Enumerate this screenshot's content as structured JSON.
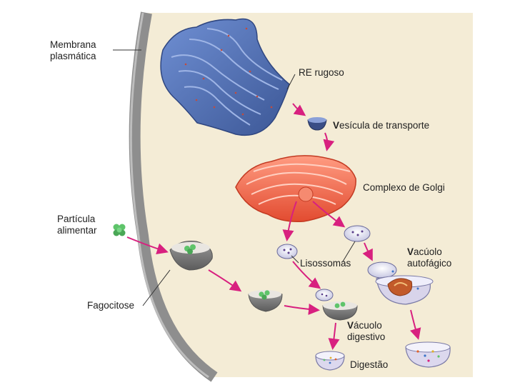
{
  "labels": {
    "membrana_line1": "Membrana",
    "membrana_line2": "plasmática",
    "re_rugoso": "RE rugoso",
    "vesicula_initial": "V",
    "vesicula_rest": "esícula de transporte",
    "golgi": "Complexo de Golgi",
    "particula_line1": "Partícula",
    "particula_line2": "alimentar",
    "lisossomas": "Lisossomas",
    "autofagico_initial": "V",
    "autofagico_line1_rest": "acúolo",
    "autofagico_line2": "autofágico",
    "fagocitose": "Fagocitose",
    "digestivo_initial": "V",
    "digestivo_line1_rest": "ácuolo",
    "digestivo_line2": "digestivo",
    "digestao": "Digestão"
  },
  "colors": {
    "cytoplasm": "#f4ecd6",
    "membrane": "#9a9a9a",
    "er": "#4f6fb3",
    "golgi": "#f26a4f",
    "arrow": "#d8207f",
    "vesicle": "#dcdcf0",
    "food": "#5ec46a"
  }
}
